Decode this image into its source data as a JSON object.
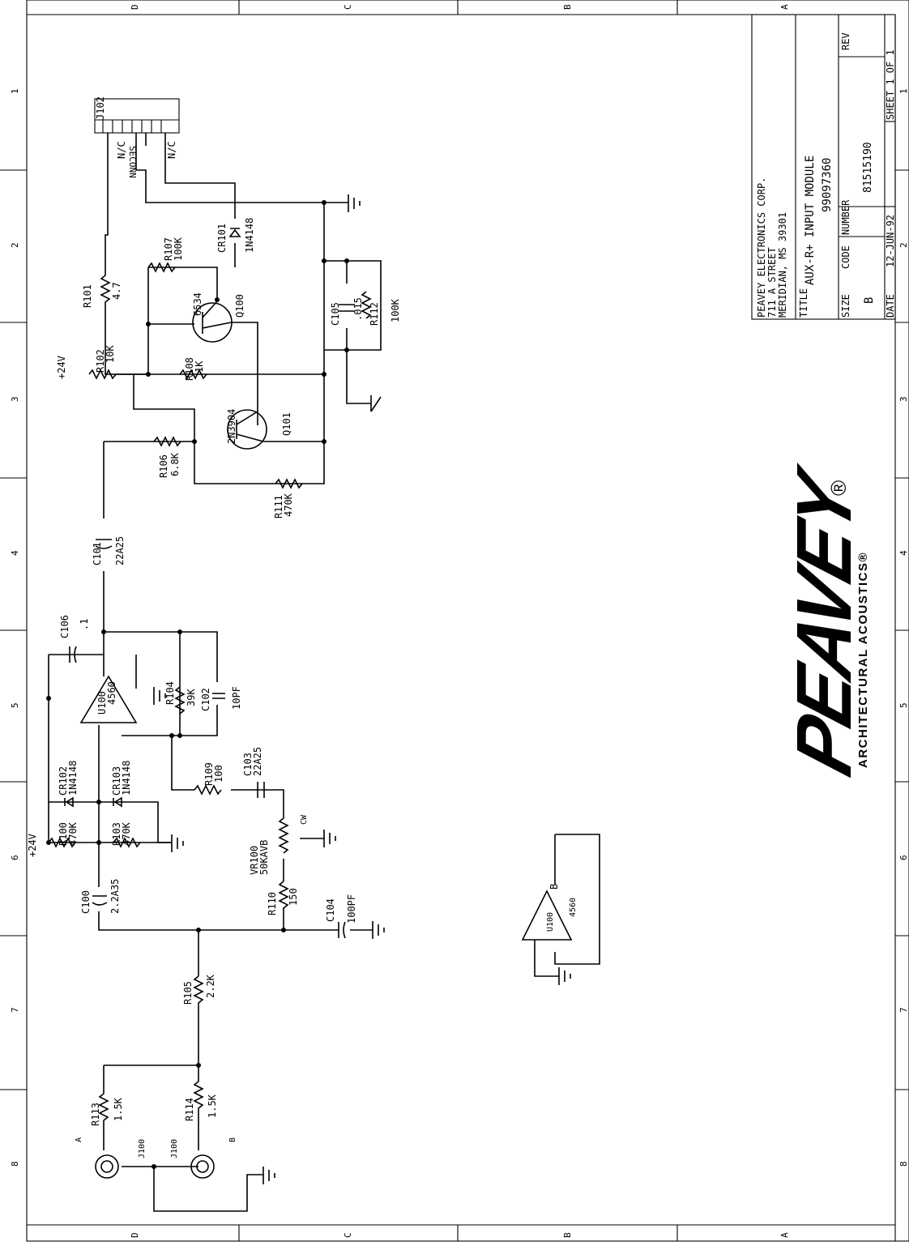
{
  "border": {
    "zone_letters": [
      "D",
      "C",
      "B",
      "A"
    ],
    "zone_numbers": [
      "1",
      "2",
      "3",
      "4",
      "5",
      "6",
      "7",
      "8"
    ]
  },
  "title_block": {
    "company": "PEAVEY ELECTRONICS CORP.",
    "address1": "711 A STREET",
    "address2": "MERIDIAN, MS 39301",
    "title_label": "TITLE",
    "title": "AUX-R+ INPUT MODULE",
    "title_number": "99097360",
    "size_label": "SIZE",
    "size": "B",
    "code_label": "CODE",
    "number_label": "NUMBER",
    "number": "81515190",
    "rev_label": "REV",
    "date_label": "DATE",
    "date": "12-JUN-92",
    "sheet": "SHEET  1 OF  1"
  },
  "logo": {
    "brand": "PEAVEY",
    "registered": "®",
    "subtitle": "ARCHITECTURAL ACOUSTICS®"
  },
  "labels": {
    "J102": "J102",
    "SECONN": "SECONN",
    "NC1": "N/C",
    "NC2": "N/C",
    "R101": "R101",
    "R101v": "4.7",
    "R102": "R102",
    "R102v": "10K",
    "R107": "R107",
    "R107v": "100K",
    "CR101": "CR101",
    "CR101v": "1N4148",
    "Q100": "Q100",
    "Q100v": "6534",
    "R108": "R108",
    "R108v": "1K",
    "C105": "C105",
    "C105v": ".015",
    "R112": "R112",
    "R112v": "100K",
    "Q101": "Q101",
    "Q101v": "2N3904",
    "R106": "R106",
    "R106v": "6.8K",
    "R111": "R111",
    "R111v": "470K",
    "C101": "C101",
    "C101v": "22A25",
    "C106": "C106",
    "C106v": ".1",
    "U100": "U100",
    "U100v": "4560",
    "R104": "R104",
    "R104v": "39K",
    "C102": "C102",
    "C102v": "10PF",
    "CR102": "CR102",
    "CR102v": "1N4148",
    "CR103": "CR103",
    "CR103v": "1N4148",
    "R109": "R109",
    "R109v": "100",
    "C103": "C103",
    "C103v": "22A25",
    "R100": "R100",
    "R100v": "470K",
    "R103": "R103",
    "R103v": "470K",
    "VR100": "VR100",
    "VR100v": "50KAVB",
    "CW": "CW",
    "C100": "C100",
    "C100v": "2.2A35",
    "R110": "R110",
    "R110v": "150",
    "C104": "C104",
    "C104v": "100PF",
    "R105": "R105",
    "R105v": "2.2K",
    "R113": "R113",
    "R113v": "1.5K",
    "R114": "R114",
    "R114v": "1.5K",
    "J100a": "J100",
    "J100b": "J100",
    "A": "A",
    "B": "B",
    "V24a": "+24V",
    "V24b": "+24V",
    "UB": "B",
    "UBv": "4560"
  }
}
